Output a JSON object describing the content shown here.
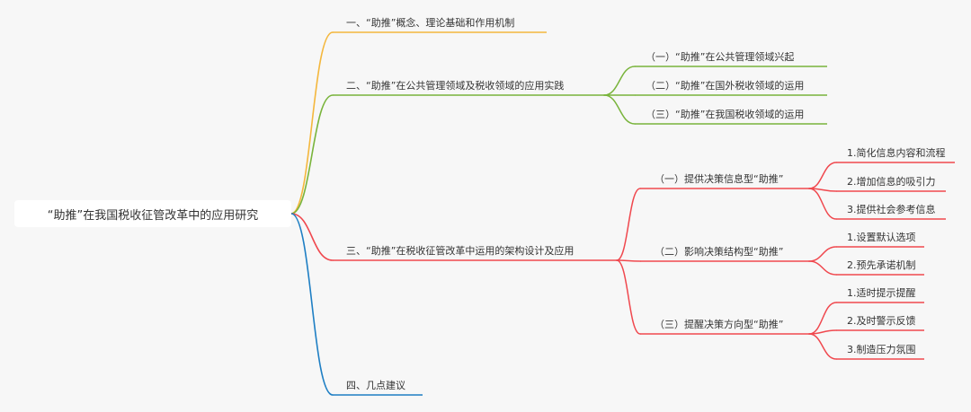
{
  "root": {
    "label": "“助推”在我国税收征管改革中的应用研究"
  },
  "colors": {
    "section1": "#f4b73d",
    "section2": "#79b43b",
    "section3": "#f0484e",
    "section4": "#1f7fc4"
  },
  "sections": [
    {
      "id": "s1",
      "label": "一、“助推”概念、理论基础和作用机制",
      "children": []
    },
    {
      "id": "s2",
      "label": "二、“助推”在公共管理领域及税收领域的应用实践",
      "children": [
        {
          "label": "（一）“助推”在公共管理领域兴起",
          "children": []
        },
        {
          "label": "（二）“助推”在国外税收领域的运用",
          "children": []
        },
        {
          "label": "（三）“助推”在我国税收领域的运用",
          "children": []
        }
      ]
    },
    {
      "id": "s3",
      "label": "三、“助推”在税收征管改革中运用的架构设计及应用",
      "children": [
        {
          "label": "（一）提供决策信息型“助推”",
          "children": [
            {
              "label": "1.简化信息内容和流程"
            },
            {
              "label": "2.增加信息的吸引力"
            },
            {
              "label": "3.提供社会参考信息"
            }
          ]
        },
        {
          "label": "（二）影响决策结构型“助推”",
          "children": [
            {
              "label": "1.设置默认选项"
            },
            {
              "label": "2.预先承诺机制"
            }
          ]
        },
        {
          "label": "（三）提醒决策方向型“助推”",
          "children": [
            {
              "label": "1.适时提示提醒"
            },
            {
              "label": "2.及时警示反馈"
            },
            {
              "label": "3.制造压力氛围"
            }
          ]
        }
      ]
    },
    {
      "id": "s4",
      "label": "四、几点建议",
      "children": []
    }
  ]
}
